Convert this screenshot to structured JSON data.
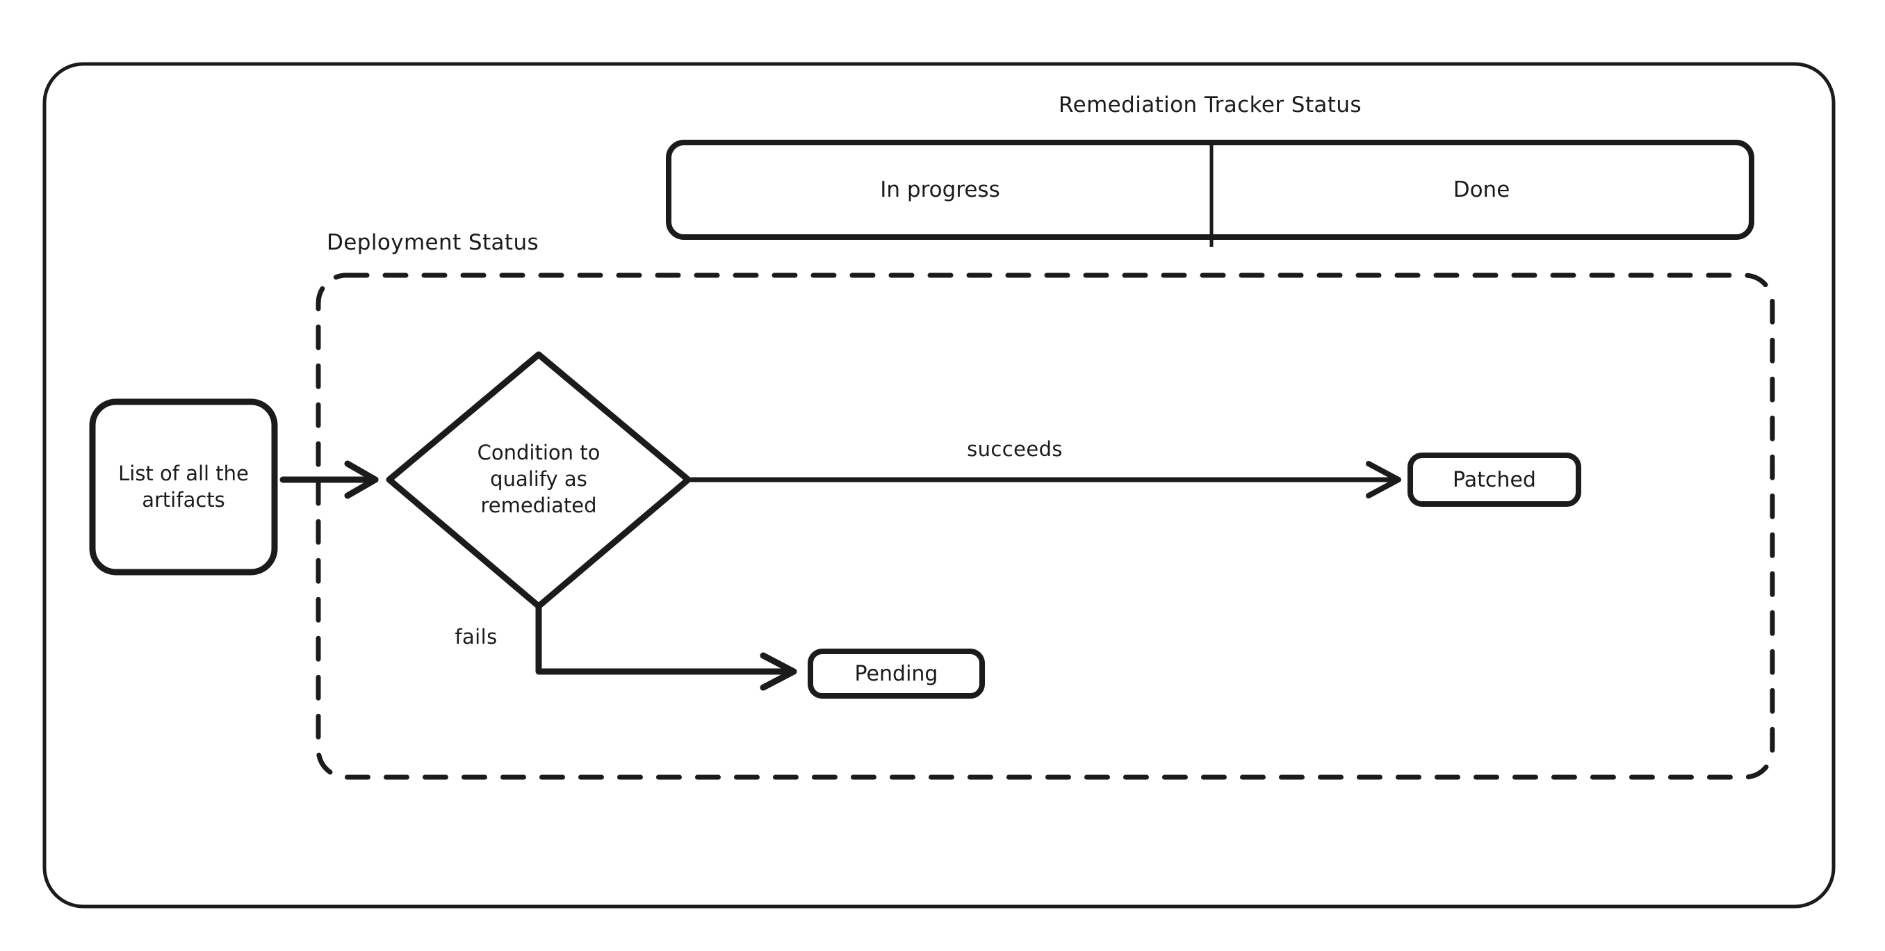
{
  "diagram": {
    "title_outer": "Remediation Tracker Status",
    "tracker": {
      "segments": [
        {
          "label": "In progress"
        },
        {
          "label": "Done"
        }
      ]
    },
    "swimlane": {
      "label": "Deployment Status"
    },
    "nodes": {
      "start": {
        "label": "List of all\nthe artifacts",
        "shape": "rounded-rect"
      },
      "decision": {
        "label": "Condition to\nqualify as\nremediated",
        "shape": "diamond"
      },
      "patched": {
        "label": "Patched",
        "shape": "rounded-rect"
      },
      "pending": {
        "label": "Pending",
        "shape": "rounded-rect"
      }
    },
    "edges": [
      {
        "from": "start",
        "to": "decision",
        "label": ""
      },
      {
        "from": "decision",
        "to": "patched",
        "label": "succeeds"
      },
      {
        "from": "decision",
        "to": "pending",
        "label": "fails"
      }
    ],
    "colors": {
      "stroke": "#1b1b1b",
      "background": "#ffffff",
      "text": "#1b1b1b"
    }
  }
}
